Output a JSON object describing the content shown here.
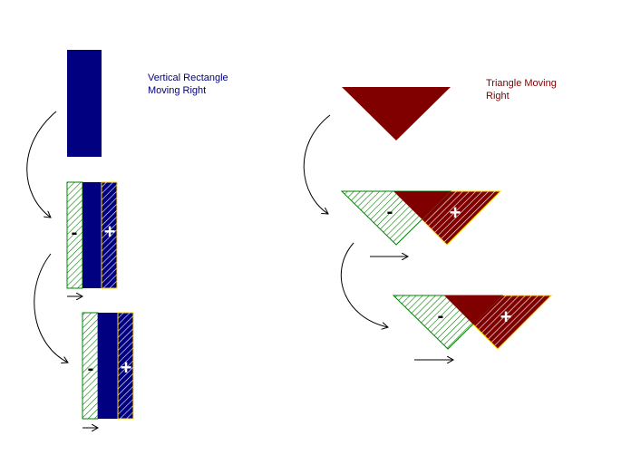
{
  "labels": {
    "rectangle": {
      "line1": "Vertical Rectangle",
      "line2": "Moving Right"
    },
    "triangle": {
      "line1": "Triangle Moving",
      "line2": "Right"
    }
  },
  "signs": {
    "minus": "-",
    "plus": "+"
  },
  "colors": {
    "rectangle_fill": "#000080",
    "triangle_fill": "#800000",
    "minus_hatch": "#008000",
    "plus_hatch_border": "#ffd700",
    "arrow": "#000000",
    "rectangle_label": "#000080",
    "triangle_label": "#800000"
  },
  "icons": {
    "motion_arrow": "right-arrow-icon",
    "transition_arrow": "curved-arrow-icon"
  }
}
